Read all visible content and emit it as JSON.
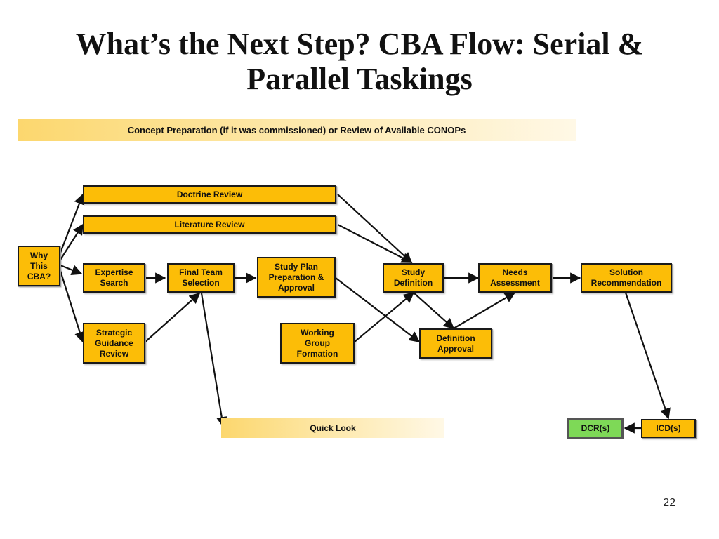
{
  "slide": {
    "title": "What’s the Next Step?  CBA Flow:  Serial & Parallel Taskings",
    "page_number": "22"
  },
  "bands": {
    "concept": "Concept Preparation (if it was commissioned) or Review of Available CONOPs",
    "quick_look": "Quick Look"
  },
  "nodes": {
    "why_cba": "Why\nThis\nCBA?",
    "doctrine_review": "Doctrine Review",
    "literature_review": "Literature Review",
    "expertise_search": "Expertise\nSearch",
    "strategic_guidance_review": "Strategic\nGuidance\nReview",
    "final_team_selection": "Final Team\nSelection",
    "study_plan_approval": "Study Plan\nPreparation &\nApproval",
    "working_group_formation": "Working\nGroup\nFormation",
    "study_definition": "Study\nDefinition",
    "definition_approval": "Definition\nApproval",
    "needs_assessment": "Needs\nAssessment",
    "solution_recommendation": "Solution\nRecommendation",
    "icd": "ICD(s)",
    "dcr": "DCR(s)"
  },
  "colors": {
    "node_fill": "#fcbd07",
    "dcr_fill": "#7ed957",
    "band_fill": "#fcd76e",
    "arrow": "#111111"
  }
}
